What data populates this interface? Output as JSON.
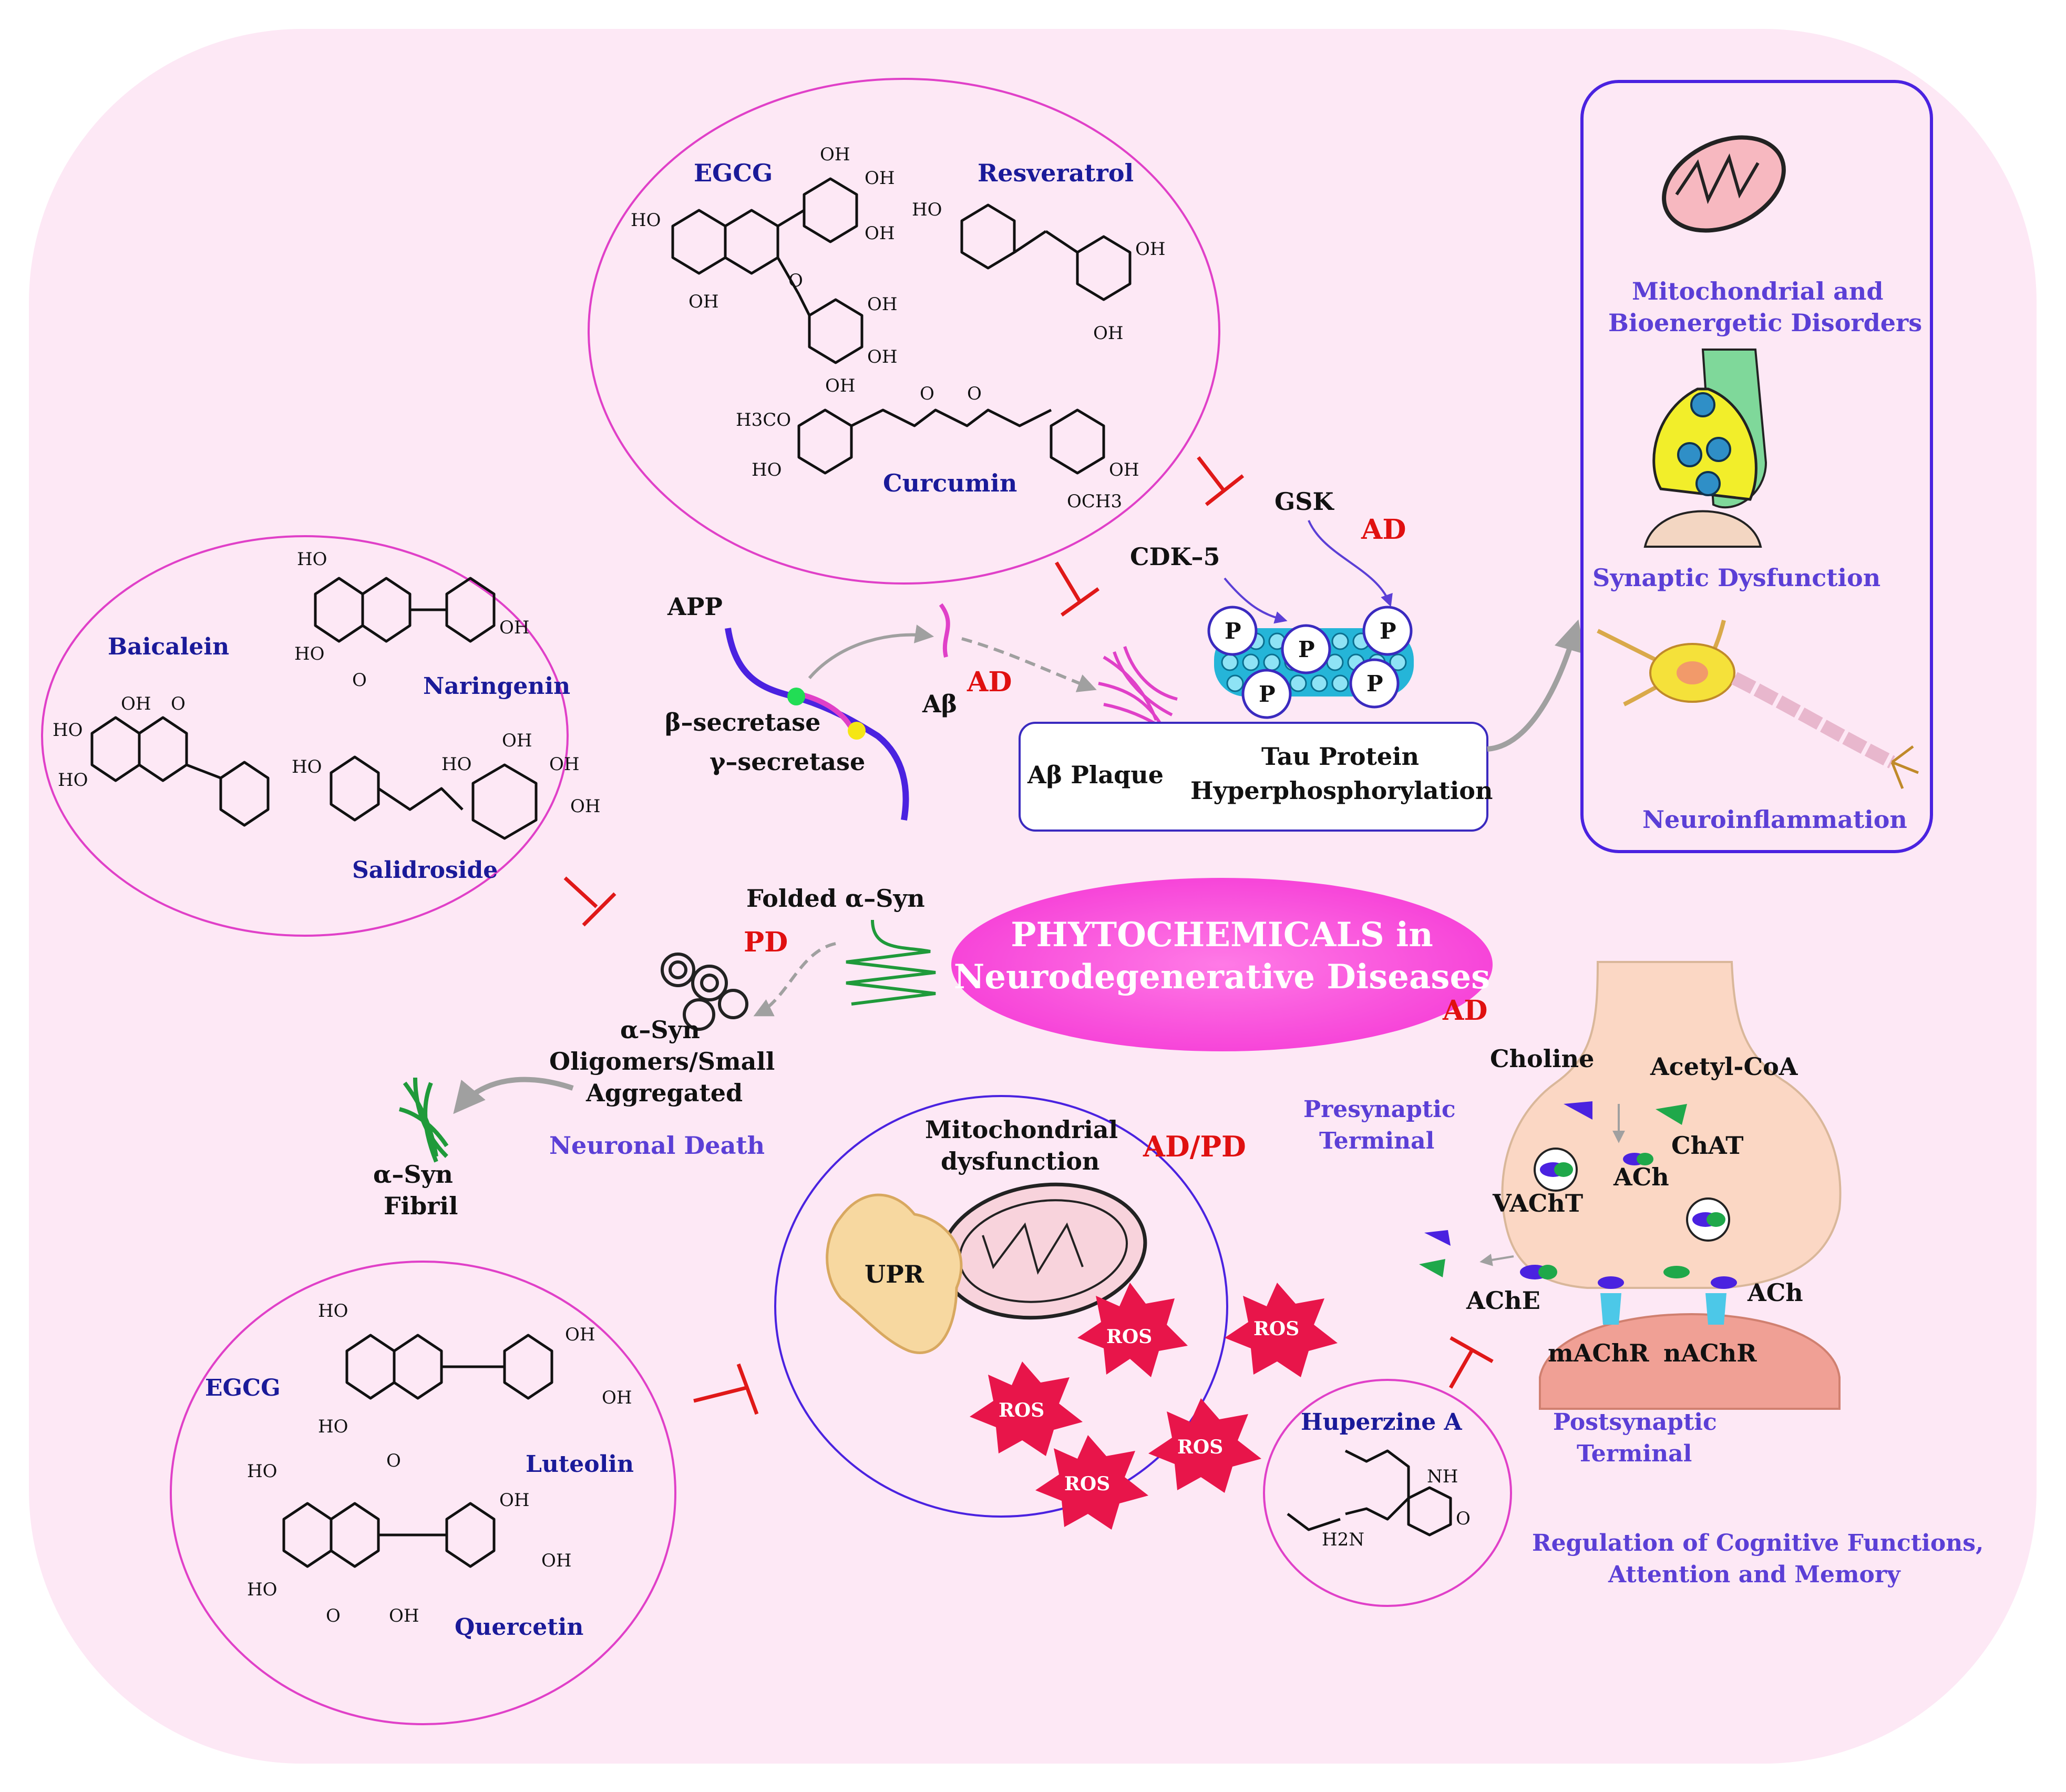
{
  "title": {
    "line1": "PHYTOCHEMICALS in",
    "line2": "Neurodegenerative Diseases"
  },
  "colors": {
    "background": "#fde8f5",
    "title_fill": "#ff44dd",
    "compound": "#1a1a99",
    "process": "#5b3fd6",
    "disease": "#e01010",
    "inhibit": "#e01818"
  },
  "compounds": {
    "egcg_top": "EGCG",
    "resveratrol": "Resveratrol",
    "curcumin": "Curcumin",
    "baicalein": "Baicalein",
    "naringenin": "Naringenin",
    "salidroside": "Salidroside",
    "egcg_bottom": "EGCG",
    "luteolin": "Luteolin",
    "quercetin": "Quercetin",
    "huperzine": "Huperzine A"
  },
  "chem_labels": {
    "oh": "OH",
    "ho": "HO",
    "o": "O",
    "nh": "NH",
    "h3co": "H3CO",
    "och3": "OCH3",
    "h2n": "H2N"
  },
  "amyloid": {
    "app": "APP",
    "beta_secretase": "β–secretase",
    "gamma_secretase": "γ–secretase",
    "abeta": "Aβ",
    "ad1": "AD",
    "cdk5": "CDK–5",
    "gsk": "GSK",
    "ad2": "AD",
    "phospho": "P",
    "plaque": "Aβ Plaque",
    "tau_line1": "Tau Protein",
    "tau_line2": "Hyperphosphorylation"
  },
  "outcomes": {
    "mito_line1": "Mitochondrial and",
    "mito_line2": "Bioenergetic Disorders",
    "synaptic": "Synaptic Dysfunction",
    "neuroinflammation": "Neuroinflammation"
  },
  "synuclein": {
    "folded": "Folded α–Syn",
    "pd": "PD",
    "oligo_line1": "α–Syn",
    "oligo_line2": "Oligomers/Small",
    "oligo_line3": "Aggregated",
    "death": "Neuronal Death",
    "fibril_line1": "α–Syn",
    "fibril_line2": "Fibril"
  },
  "mito_circle": {
    "line1": "Mitochondrial",
    "line2": "dysfunction",
    "adpd": "AD/PD",
    "upr": "UPR",
    "ros": "ROS"
  },
  "cholinergic": {
    "ad": "AD",
    "choline": "Choline",
    "acetylcoa": "Acetyl-CoA",
    "chat": "ChAT",
    "ach": "ACh",
    "vacht": "VAChT",
    "pre_line1": "Presynaptic",
    "pre_line2": "Terminal",
    "ache": "AChE",
    "ach2": "ACh",
    "machr": "mAChR",
    "nachr": "nAChR",
    "post_line1": "Postsynaptic",
    "post_line2": "Terminal",
    "reg_line1": "Regulation of Cognitive Functions,",
    "reg_line2": "Attention and Memory"
  }
}
